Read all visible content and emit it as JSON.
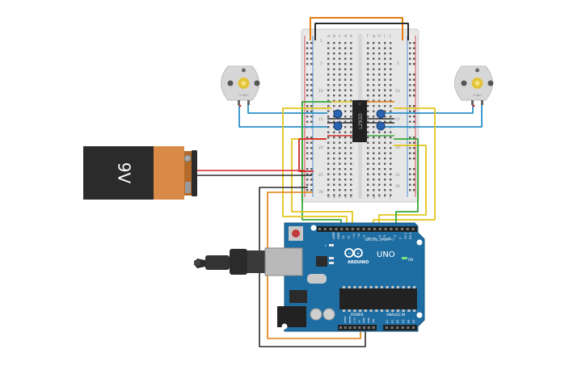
{
  "battery": {
    "label": "9V"
  },
  "chip": {
    "label": "L293D"
  },
  "motors": [
    {
      "label": "0 rpm"
    },
    {
      "label": "0 rpm"
    }
  ],
  "breadboard": {
    "cols_left": [
      "a",
      "b",
      "c",
      "d",
      "e"
    ],
    "cols_right": [
      "f",
      "g",
      "h",
      "i",
      "j"
    ],
    "rows_left": [
      "1",
      "5",
      "10",
      "15",
      "20",
      "25",
      "30"
    ],
    "rows_right": [
      "5",
      "10",
      "15",
      "20",
      "25",
      "29"
    ]
  },
  "arduino": {
    "logo": "ARDUINO",
    "model": "UNO",
    "on_label": "ON",
    "tx_label": "TX",
    "rx_label": "RX",
    "l_label": "L",
    "aref": "AREF",
    "gnd": "GND",
    "digital_pins": [
      "13",
      "12",
      "~11",
      "~10",
      "~9",
      "8",
      "7",
      "~6",
      "~5",
      "4",
      "~3",
      "2",
      "TX 1",
      "RX 0"
    ],
    "digital_label": "DIGITAL (PWM~)",
    "power_label": "POWER",
    "analog_label": "ANALOG IN",
    "power_pins": [
      "IOREF",
      "RESET",
      "3.3V",
      "5V",
      "GND",
      "GND",
      "VIN"
    ],
    "analog_pins": [
      "A0",
      "A1",
      "A2",
      "A3",
      "A4",
      "A5"
    ]
  },
  "colors": {
    "wire_orange": "#e37d0f",
    "wire_black": "#2b2b2b",
    "wire_red": "#d1262b",
    "wire_yellow": "#e3c51a",
    "wire_green": "#39a838",
    "wire_blue": "#2a8fc9",
    "board_blue": "#1f6ea3",
    "battery_orange": "#d98a47"
  }
}
